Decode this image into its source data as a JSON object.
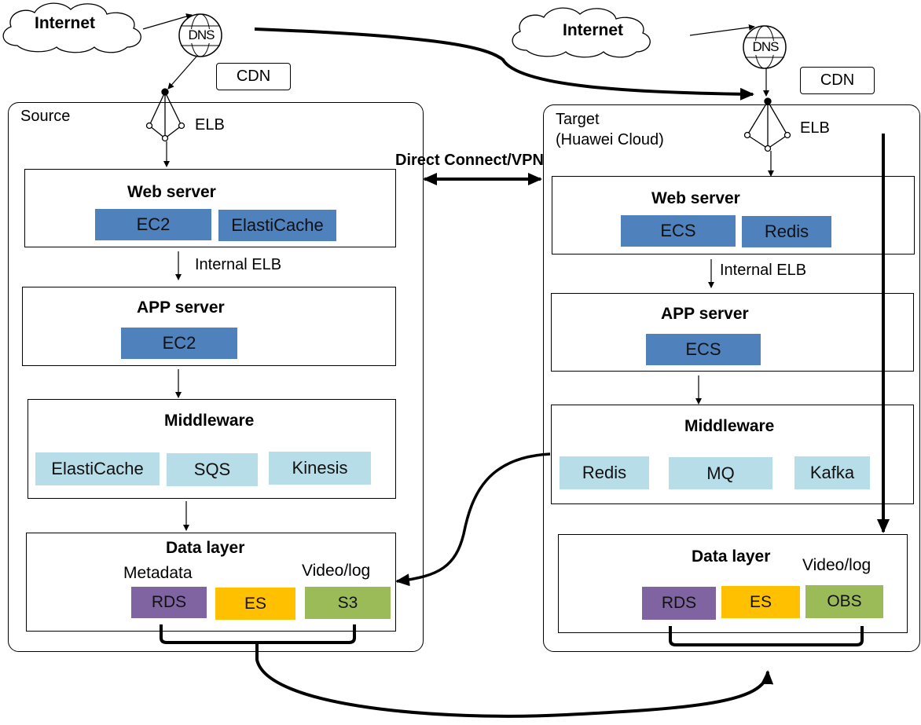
{
  "source": {
    "region_label": "Source",
    "internet": "Internet",
    "dns": "DNS",
    "cdn": "CDN",
    "elb": "ELB",
    "web": {
      "title": "Web server",
      "items": [
        "EC2",
        "ElastiCache"
      ]
    },
    "internal_elb": "Internal ELB",
    "app": {
      "title": "APP server",
      "items": [
        "EC2"
      ]
    },
    "middleware": {
      "title": "Middleware",
      "items": [
        "ElastiCache",
        "SQS",
        "Kinesis"
      ]
    },
    "data": {
      "title": "Data layer",
      "metadata_label": "Metadata",
      "video_label": "Video/log",
      "items": [
        "RDS",
        "ES",
        "S3"
      ]
    }
  },
  "target": {
    "region_label_1": "Target",
    "region_label_2": "(Huawei Cloud)",
    "internet": "Internet",
    "dns": "DNS",
    "cdn": "CDN",
    "elb": "ELB",
    "web": {
      "title": "Web server",
      "items": [
        "ECS",
        "Redis"
      ]
    },
    "internal_elb": "Internal ELB",
    "app": {
      "title": "APP server",
      "items": [
        "ECS"
      ]
    },
    "middleware": {
      "title": "Middleware",
      "items": [
        "Redis",
        "MQ",
        "Kafka"
      ]
    },
    "data": {
      "title": "Data layer",
      "video_label": "Video/log",
      "items": [
        "RDS",
        "ES",
        "OBS"
      ]
    }
  },
  "connection": {
    "label": "Direct Connect/VPN"
  },
  "colors": {
    "ecs_dark": "#4f81bd",
    "mw_light": "#b7dde8",
    "rds": "#8064a2",
    "es": "#ffc000",
    "storage": "#9bbb59"
  }
}
